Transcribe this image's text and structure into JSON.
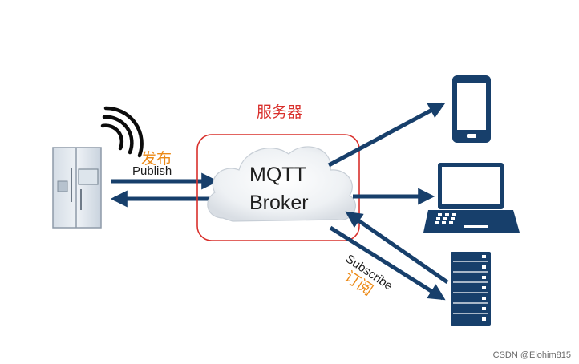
{
  "server_label": "服务器",
  "broker": {
    "line1": "MQTT",
    "line2": "Broker"
  },
  "publish": {
    "label_zh": "发布",
    "label_en": "Publish"
  },
  "subscribe": {
    "label_en": "Subscribe",
    "label_zh": "订阅"
  },
  "watermark": "CSDN @Elohim815",
  "colors": {
    "arrow": "#173f6b",
    "server_box": "#d9302c",
    "chinese_label": "#ec8a17",
    "device": "#173f6b"
  },
  "icons": [
    "wifi-signal-icon",
    "refrigerator-icon",
    "cloud-icon",
    "smartphone-icon",
    "laptop-icon",
    "server-rack-icon"
  ]
}
